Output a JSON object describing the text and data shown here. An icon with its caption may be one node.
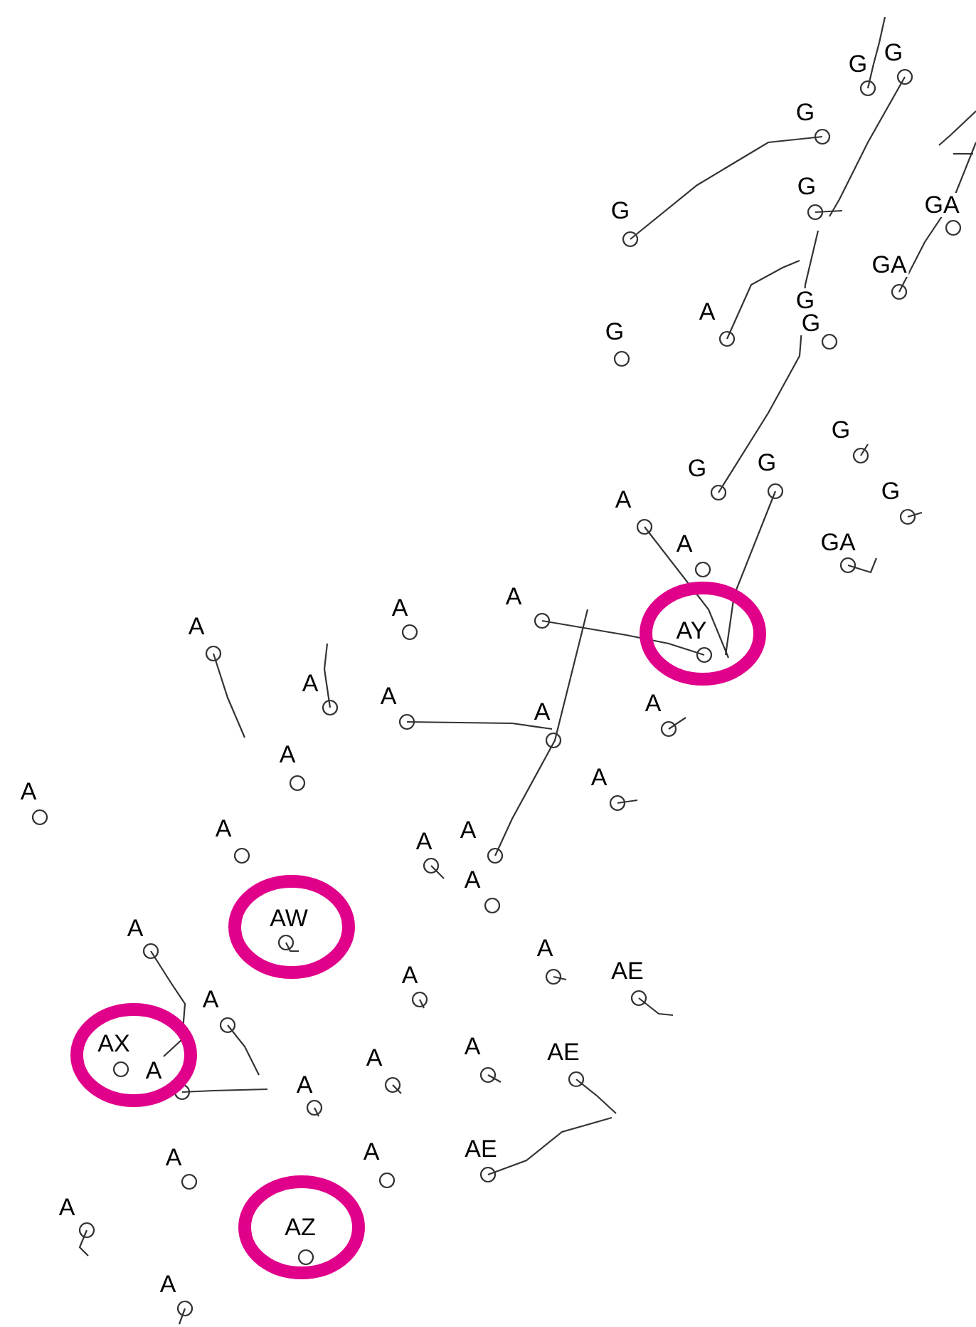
{
  "diagram": {
    "labels": [
      "G",
      "G",
      "G",
      "G",
      "G",
      "GA",
      "GA",
      "G",
      "A",
      "G",
      "G",
      "G",
      "G",
      "G",
      "A",
      "G",
      "A",
      "GA",
      "A",
      "A",
      "A",
      "AY",
      "A",
      "A",
      "A",
      "A",
      "A",
      "A",
      "A",
      "A",
      "A",
      "A",
      "A",
      "AW",
      "A",
      "AE",
      "A",
      "A",
      "A",
      "AX",
      "A",
      "A",
      "A",
      "AE",
      "A",
      "A",
      "A",
      "AE",
      "A",
      "AZ",
      "A"
    ]
  }
}
